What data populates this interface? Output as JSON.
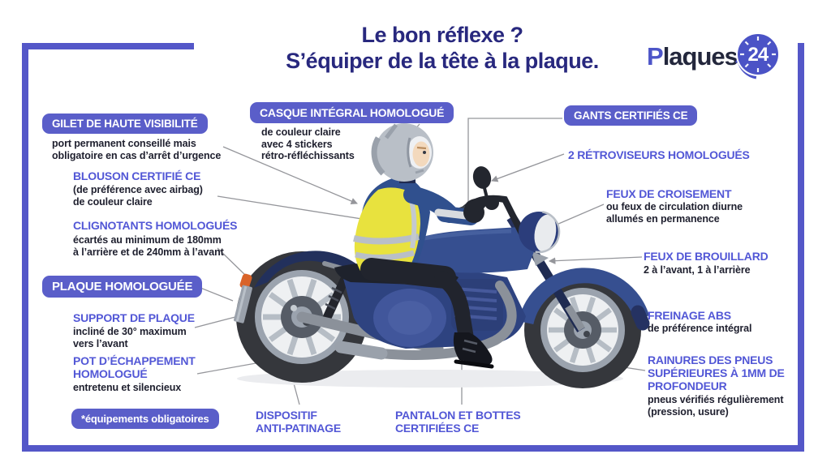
{
  "meta": {
    "frame_color": "#5457c8",
    "accent_color": "#5257d6",
    "badge_bg": "#5a5ec9",
    "title_color": "#28287e",
    "text_color": "#1e1f2e",
    "bike_blue": "#35508f",
    "vest_yellow": "#e8e23e"
  },
  "header": {
    "title_line1": "Le bon réflexe ?",
    "title_line2": "S’équiper de la tête à la plaque.",
    "logo": {
      "brand_initial": "P",
      "brand_rest": "laques",
      "badge_number": "24"
    }
  },
  "callouts": {
    "casque": {
      "label": "CASQUE INTÉGRAL HOMOLOGUÉ",
      "desc": "de couleur claire\navec 4 stickers\nrétro-réfléchissants"
    },
    "gilet": {
      "label": "GILET DE HAUTE VISIBILITÉ",
      "desc": "port permanent conseillé mais\nobligatoire en cas d’arrêt d’urgence"
    },
    "blouson": {
      "label": "BLOUSON CERTIFIÉ CE",
      "desc": "(de préférence avec airbag)\nde couleur claire"
    },
    "clignotants": {
      "label": "CLIGNOTANTS HOMOLOGUÉS",
      "desc": "écartés au minimum de 180mm\nà l’arrière et de 240mm à l’avant"
    },
    "plaque": {
      "label": "PLAQUE HOMOLOGUÉE"
    },
    "support": {
      "label": "SUPPORT DE PLAQUE",
      "desc": "incliné de 30° maximum\nvers l’avant"
    },
    "pot": {
      "label": "POT D’ÉCHAPPEMENT\nHOMOLOGUÉ",
      "desc": "entretenu et silencieux"
    },
    "gants": {
      "label": "GANTS CERTIFIÉS CE"
    },
    "retroviseurs": {
      "label": "2 RÉTROVISEURS HOMOLOGUÉS"
    },
    "croisement": {
      "label": "FEUX DE CROISEMENT",
      "desc": "ou feux de circulation diurne\nallumés en permanence"
    },
    "brouillard": {
      "label": "FEUX DE BROUILLARD",
      "desc": "2 à l’avant, 1 à l’arrière"
    },
    "freinage": {
      "label": "FREINAGE ABS",
      "desc": "de préférence intégral"
    },
    "rainures": {
      "label": "RAINURES DES PNEUS\nSUPÉRIEURES À 1MM DE\nPROFONDEUR",
      "desc": "pneus vérifiés régulièrement\n(pression, usure)"
    },
    "dispositif": {
      "label": "DISPOSITIF\nANTI-PATINAGE"
    },
    "pantalon": {
      "label": "PANTALON ET BOTTES\nCERTIFIÉES CE"
    }
  },
  "footnote": "*équipements obligatoires"
}
